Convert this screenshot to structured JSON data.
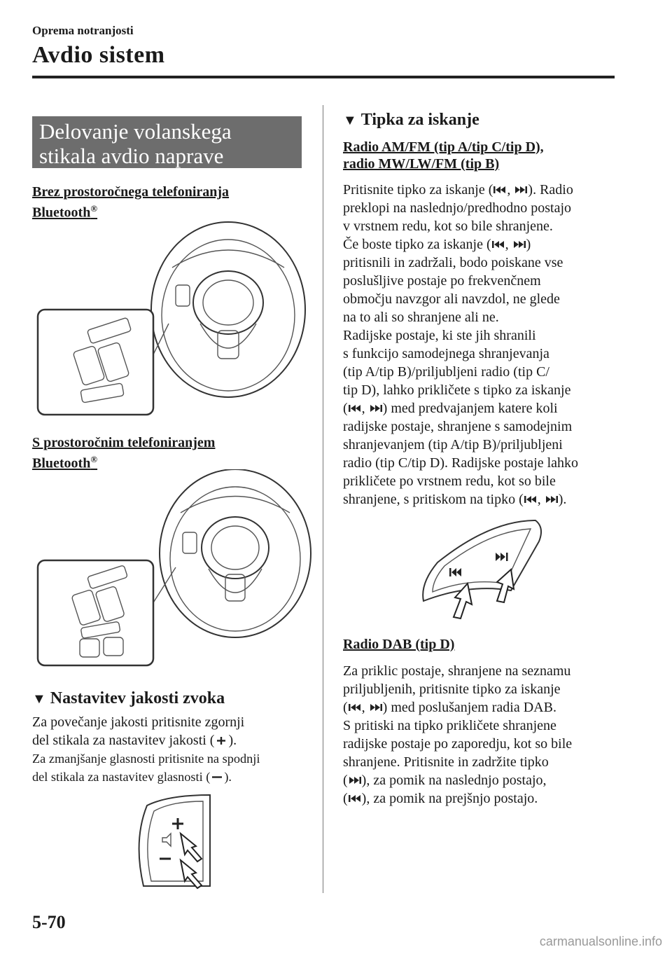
{
  "header": {
    "section": "Oprema notranjosti",
    "title": "Avdio sistem"
  },
  "left": {
    "section_title_l1": "Delovanje volanskega",
    "section_title_l2": "stikala avdio naprave",
    "sub1_l1": "Brez prostoročnega telefoniranja",
    "sub1_l2": "Bluetooth",
    "sub2_l1": "S prostoročnim telefoniranjem",
    "sub2_l2": "Bluetooth",
    "registered": "®",
    "volume_heading": "Nastavitev jakosti zvoka",
    "volume_p": [
      "Za povečanje jakosti pritisnite zgornji",
      "del stikala za nastavitev jakosti (",
      ").",
      "Za zmanjšanje glasnosti pritisnite na spodnji",
      "del stikala za nastavitev glasnosti (",
      ")."
    ]
  },
  "right": {
    "seek_heading": "Tipka za iskanje",
    "radio_sub_l1": "Radio AM/FM (tip A/tip C/tip D),",
    "radio_sub_l2": "radio MW/LW/FM (tip B)",
    "seek_lines": [
      "Pritisnite tipko za iskanje (",
      "). Radio",
      "preklopi na naslednjo/predhodno postajo",
      "v vrstnem redu, kot so bile shranjene.",
      "Če boste tipko za iskanje (",
      ")",
      "pritisnili in zadržali, bodo poiskane vse",
      "poslušljive postaje po frekvenčnem",
      "območju navzgor ali navzdol, ne glede",
      "na to ali so shranjene ali ne.",
      "Radijske postaje, ki ste jih shranili",
      "s funkcijo samodejnega shranjevanja",
      "(tip A/tip B)/priljubljeni radio (tip C/",
      "tip D), lahko prikličete s tipko za iskanje",
      "(",
      ") med predvajanjem katere koli",
      "radijske postaje, shranjene s samodejnim",
      "shranjevanjem (tip A/tip B)/priljubljeni",
      "radio (tip C/tip D). Radijske postaje lahko",
      "prikličete po vrstnem redu, kot so bile",
      "shranjene, s pritiskom na tipko (",
      ")."
    ],
    "dab_sub": "Radio DAB (tip D)",
    "dab_lines": [
      "Za priklic postaje, shranjene na seznamu",
      "priljubljenih, pritisnite tipko za iskanje",
      "(",
      ") med poslušanjem radia DAB.",
      "S pritiski na tipko prikličete shranjene",
      "radijske postaje po zaporedju, kot so bile",
      "shranjene. Pritisnite in zadržite tipko",
      "(",
      "), za pomik na naslednjo postajo,",
      "(",
      "), za pomik na prejšnjo postajo."
    ],
    "comma": ", "
  },
  "footer": {
    "page": "5-70",
    "watermark": "carmanualsonline.info"
  }
}
